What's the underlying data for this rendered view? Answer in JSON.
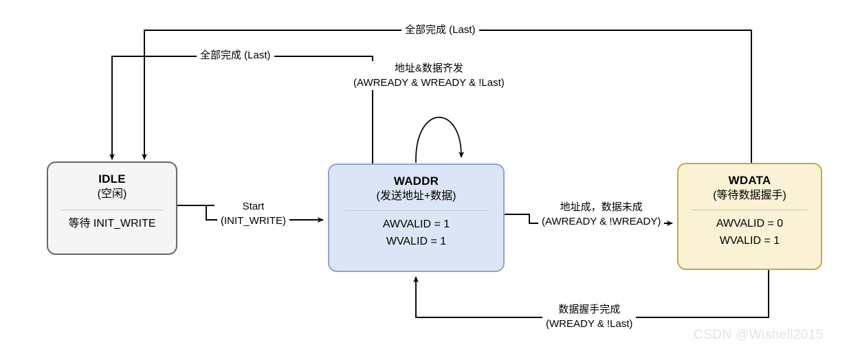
{
  "diagram": {
    "type": "state-machine",
    "states": [
      {
        "id": "IDLE",
        "title": "IDLE",
        "subtitle": "(空闲)",
        "body": "等待 INIT_WRITE",
        "fill": "#f5f5f5",
        "border": "#666666"
      },
      {
        "id": "WADDR",
        "title": "WADDR",
        "subtitle": "(发送地址+数据)",
        "body_line1": "AWVALID = 1",
        "body_line2": "WVALID = 1",
        "fill": "#dbe5f5",
        "border": "#8aa6d2"
      },
      {
        "id": "WDATA",
        "title": "WDATA",
        "subtitle": "(等待数据握手)",
        "body_line1": "AWVALID = 0",
        "body_line2": "WVALID = 1",
        "fill": "#fbf2d5",
        "border": "#c8ab35"
      }
    ],
    "transitions": [
      {
        "id": "wdata-to-idle",
        "from": "WDATA",
        "to": "IDLE",
        "line1": "全部完成 (Last)",
        "line2": ""
      },
      {
        "id": "waddr-to-idle",
        "from": "WADDR",
        "to": "IDLE",
        "line1": "全部完成 (Last)",
        "line2": ""
      },
      {
        "id": "waddr-self-loop",
        "from": "WADDR",
        "to": "WADDR",
        "line1": "地址&数据齐发",
        "line2": "(AWREADY & WREADY & !Last)"
      },
      {
        "id": "idle-to-waddr",
        "from": "IDLE",
        "to": "WADDR",
        "line1": "Start",
        "line2": "(INIT_WRITE)"
      },
      {
        "id": "waddr-to-wdata",
        "from": "WADDR",
        "to": "WDATA",
        "line1": "地址成，数据未成",
        "line2": "(AWREADY & !WREADY)"
      },
      {
        "id": "wdata-to-waddr",
        "from": "WDATA",
        "to": "WADDR",
        "line1": "数据握手完成",
        "line2": "(WREADY & !Last)"
      }
    ]
  },
  "watermark": {
    "text": "CSDN @Wishell2015"
  }
}
